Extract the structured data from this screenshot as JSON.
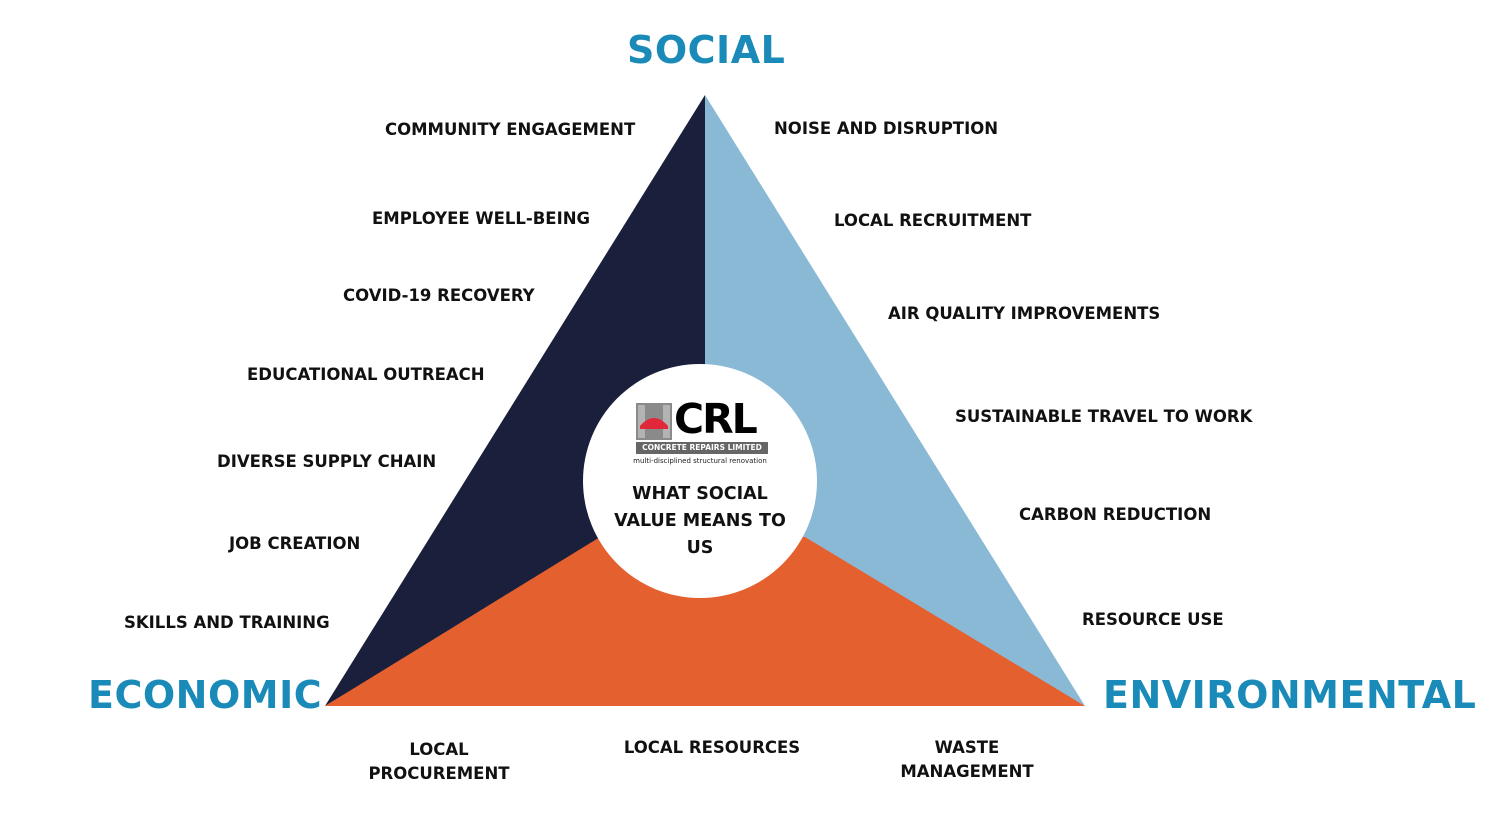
{
  "headings": {
    "social": "SOCIAL",
    "economic": "ECONOMIC",
    "environmental": "ENVIRONMENTAL"
  },
  "social_items": [
    "COMMUNITY ENGAGEMENT",
    "EMPLOYEE WELL-BEING",
    "COVID-19 RECOVERY",
    "EDUCATIONAL OUTREACH",
    "DIVERSE SUPPLY CHAIN",
    "JOB CREATION",
    "SKILLS AND TRAINING"
  ],
  "environmental_items": [
    "NOISE AND DISRUPTION",
    "LOCAL RECRUITMENT",
    "AIR QUALITY IMPROVEMENTS",
    "SUSTAINABLE TRAVEL TO WORK",
    "CARBON REDUCTION",
    "RESOURCE USE"
  ],
  "economic_items": [
    "LOCAL PROCUREMENT",
    "LOCAL RESOURCES",
    "WASTE MANAGEMENT"
  ],
  "center": {
    "logo_text": "CRL",
    "logo_company": "CONCRETE REPAIRS LIMITED",
    "logo_tagline": "multi-disciplined structural renovation",
    "label": "WHAT SOCIAL VALUE MEANS TO US"
  },
  "colors": {
    "social": "#1a1f3b",
    "environmental": "#8ab9d6",
    "economic": "#e4602f",
    "heading": "#1a8ab8",
    "logo_red": "#e0283a"
  }
}
